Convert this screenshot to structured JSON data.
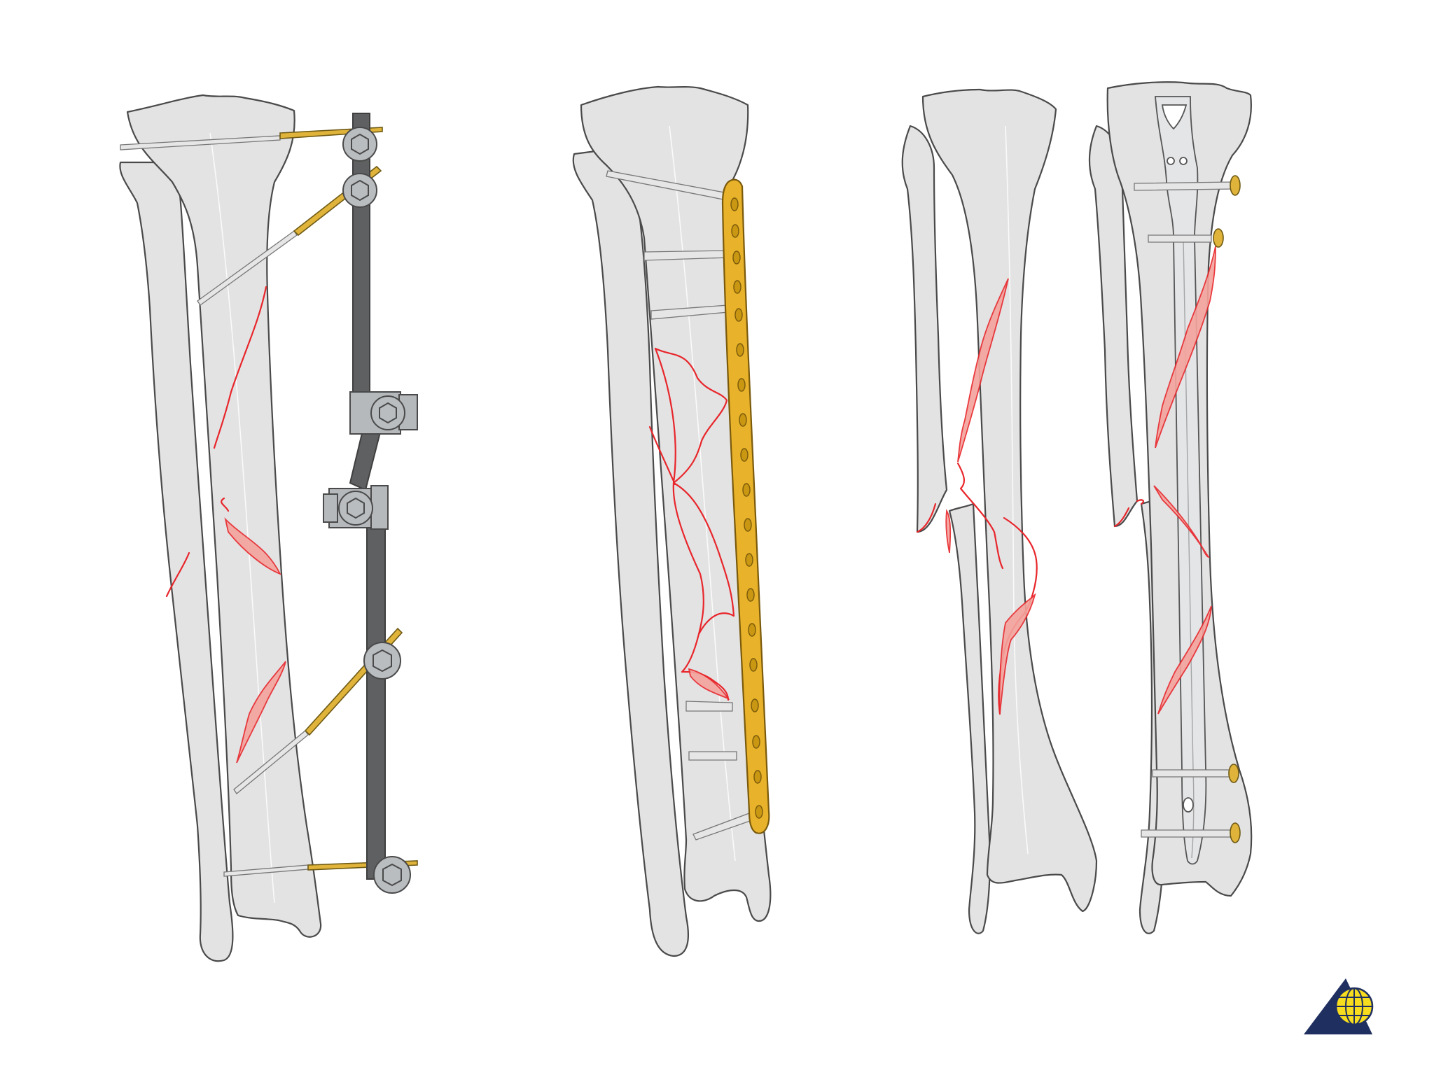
{
  "colors": {
    "bone_fill": "#e3e3e4",
    "bone_stroke": "#4a4a4a",
    "fracture": "#e8262b",
    "fracture_fill": "#f4a39c",
    "fixator_rod": "#5f6062",
    "fixator_pin": "#e0b33a",
    "fixator_clamp": "#b5b9bc",
    "plate": "#e8b22a",
    "logo_blue": "#1f2f5f",
    "logo_yellow": "#f7dd1e"
  },
  "panels": [
    {
      "id": "external-fixator",
      "implant": "external-fixator-icon",
      "bones": [
        "tibia",
        "fibula"
      ]
    },
    {
      "id": "plate-fixation",
      "implant": "bone-plate-icon",
      "bones": [
        "tibia",
        "fibula"
      ]
    },
    {
      "id": "fracture-unfixed",
      "implant": "none",
      "bones": [
        "tibia",
        "fibula"
      ]
    },
    {
      "id": "intramedullary-nail",
      "implant": "intramedullary-nail-icon",
      "bones": [
        "tibia",
        "fibula"
      ]
    }
  ],
  "logo": {
    "icon": "ao-foundation-logo-icon"
  }
}
